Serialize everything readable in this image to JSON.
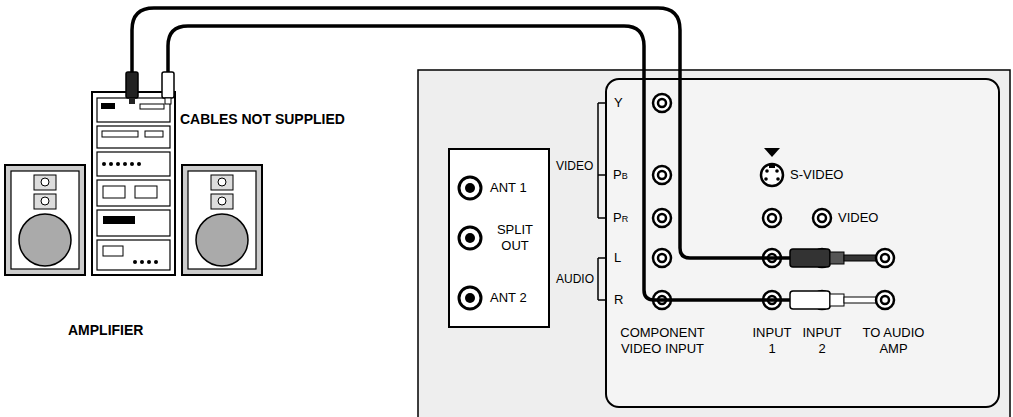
{
  "diagram": {
    "nodes": [
      {
        "text": [
          "ANT 1",
          "SPLIT OUT",
          "ANT 2"
        ]
      },
      {
        "text": [
          "Y",
          "VIDEO",
          "PB",
          "PR",
          "S-VIDEO",
          "VIDEO",
          "L",
          "AUDIO",
          "R",
          "COMPONENT VIDEO INPUT",
          "INPUT 1",
          "INPUT 2",
          "TO AUDIO AMP"
        ]
      }
    ],
    "labels": [
      "CABLES NOT SUPPLIED",
      "AMPLIFIER"
    ]
  }
}
